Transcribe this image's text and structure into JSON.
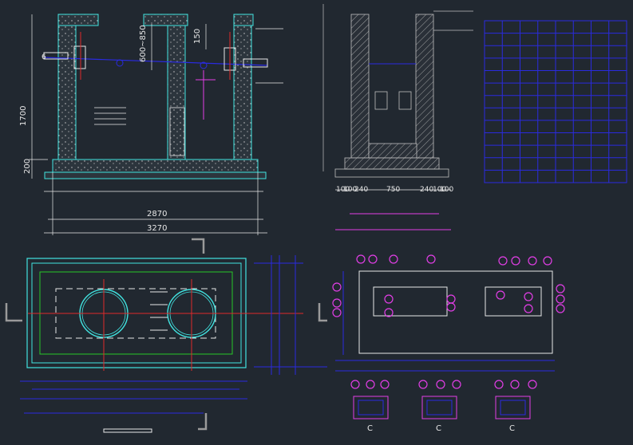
{
  "drawing": {
    "elevation_left": {
      "dim_range": "600~850",
      "dim_150": "150",
      "dim_6": "6",
      "dim_1700": "1700",
      "dim_200": "200",
      "dim_inner": "2870",
      "dim_outer": "3270"
    },
    "section_right": {
      "dim_100a": "100",
      "dim_100b": "100",
      "dim_240a": "240",
      "dim_750": "750",
      "dim_240b": "240",
      "dim_100c": "100",
      "dim_100d": "100"
    },
    "detail_labels": {
      "c1": "C",
      "c2": "C",
      "c3": "C"
    }
  },
  "colors": {
    "background": "#212830",
    "concrete": "#cfcfcf",
    "cyan": "#41e3e0",
    "blue": "#2a2ae0",
    "magenta": "#e23ee6",
    "red": "#e02a2a",
    "green": "#28c828",
    "white": "#e8e8e8"
  }
}
